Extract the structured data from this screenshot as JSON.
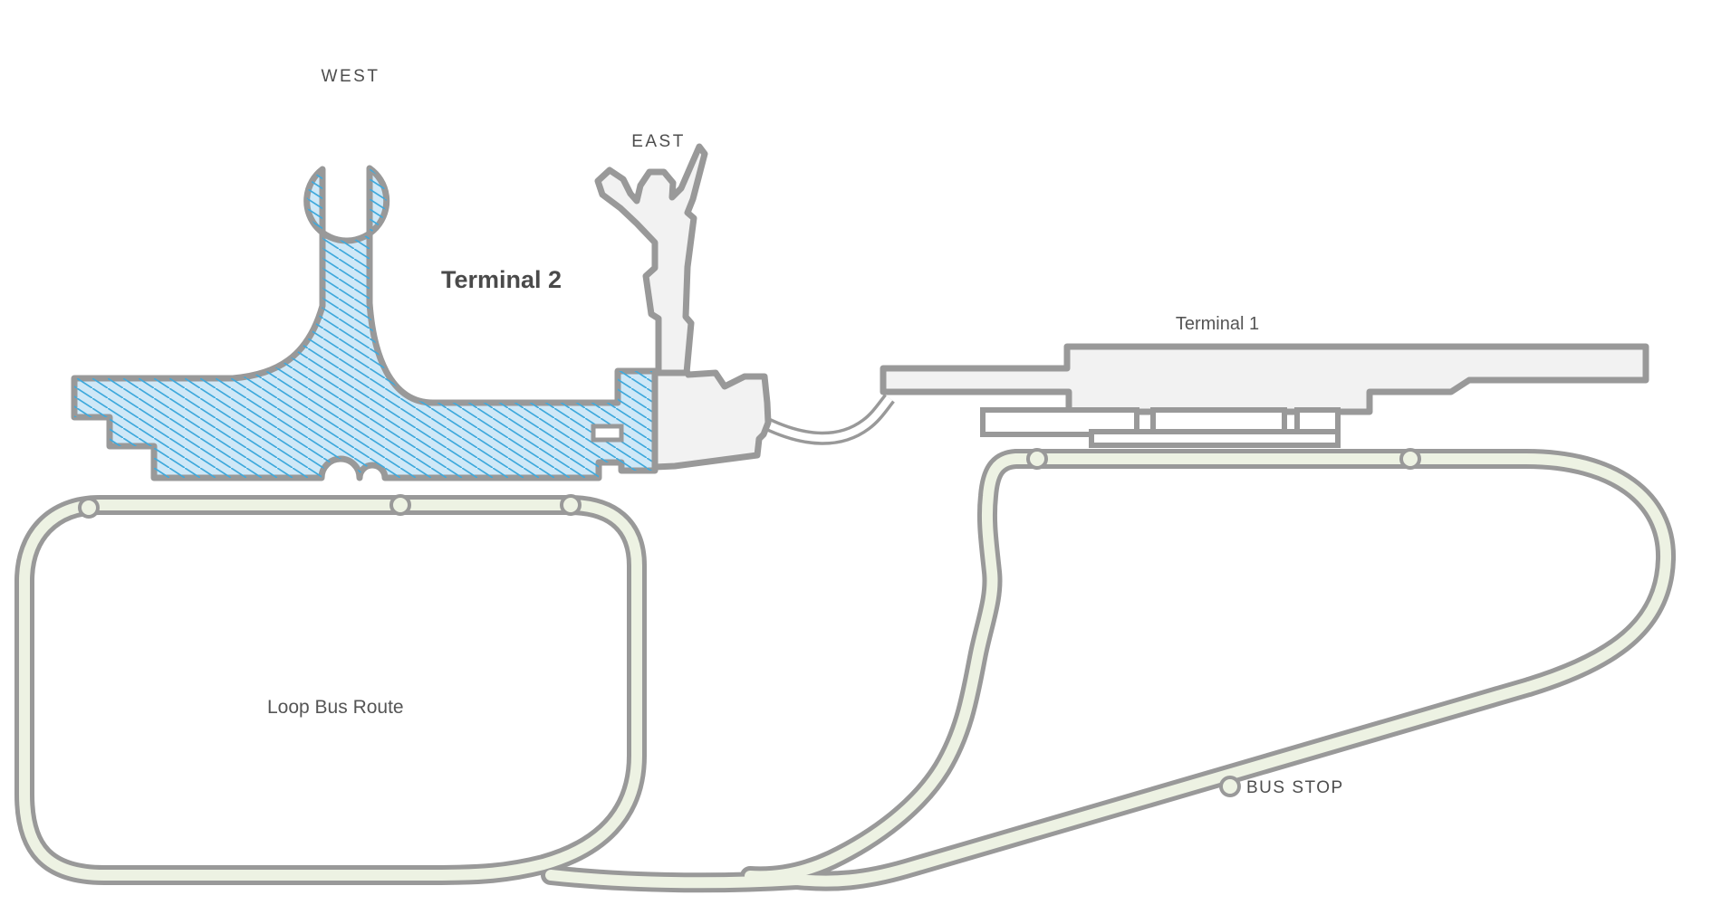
{
  "labels": {
    "west": "WEST",
    "east": "EAST",
    "terminal2": "Terminal 2",
    "terminal1": "Terminal 1",
    "loop_bus_route": "Loop Bus Route",
    "bus_stop": "BUS STOP"
  },
  "colors": {
    "outline": "#999999",
    "building_fill": "#f2f2f2",
    "terminal2_fill": "#cfe8f7",
    "terminal2_hatch": "#3fa9dc",
    "route_fill": "#edf2e3",
    "label_text": "#4d4d4d",
    "label_soft": "#555555"
  },
  "legend": {
    "bus_stop_marker": "circle",
    "route_stop_marker_count": 5
  }
}
